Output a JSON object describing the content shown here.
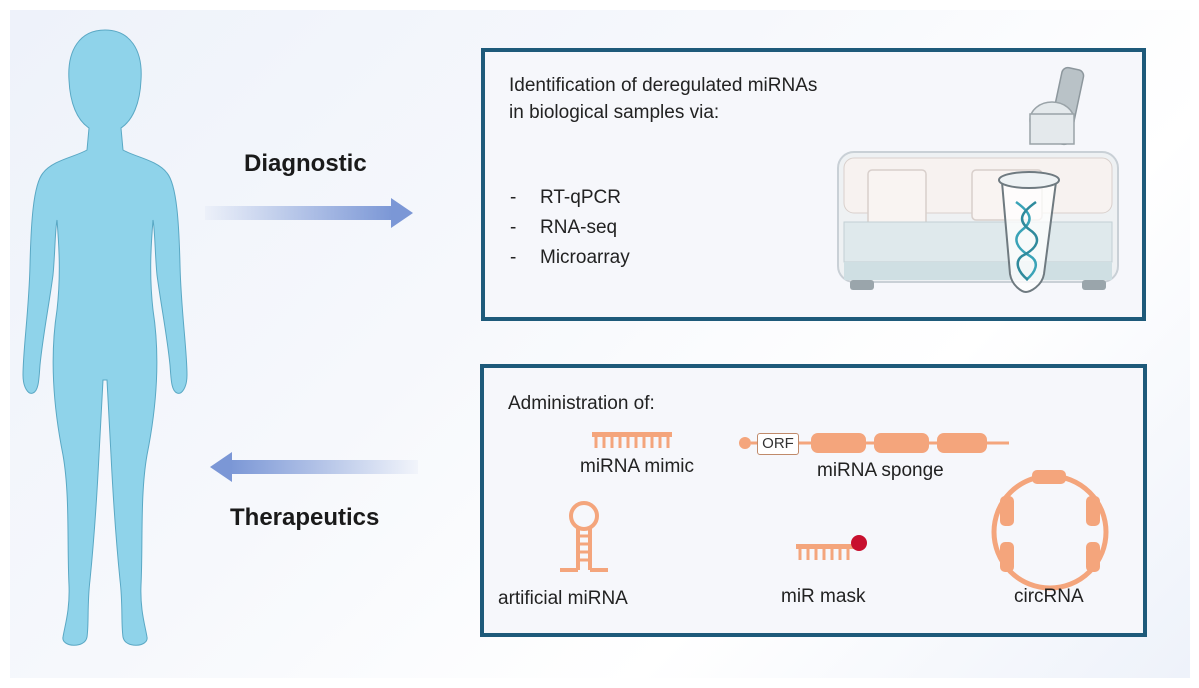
{
  "diagram": {
    "diagnostic_label": "Diagnostic",
    "therapeutics_label": "Therapeutics",
    "diagnostic_box": {
      "heading_line1": "Identification of deregulated miRNAs",
      "heading_line2": "in biological samples via:",
      "methods": [
        "RT-qPCR",
        "RNA-seq",
        "Microarray"
      ],
      "bullet": "-"
    },
    "therapeutic_box": {
      "heading": "Administration of:",
      "items": {
        "mimic": "miRNA mimic",
        "sponge": "miRNA sponge",
        "orf": "ORF",
        "artificial": "artificial miRNA",
        "mask": "miR mask",
        "circ": "circRNA"
      }
    },
    "colors": {
      "body": "#8fd3ea",
      "box_border": "#1e5a7a",
      "arrow": "#7b97d6",
      "rna": "#f4a57c",
      "mask_dot": "#c8102e"
    }
  }
}
